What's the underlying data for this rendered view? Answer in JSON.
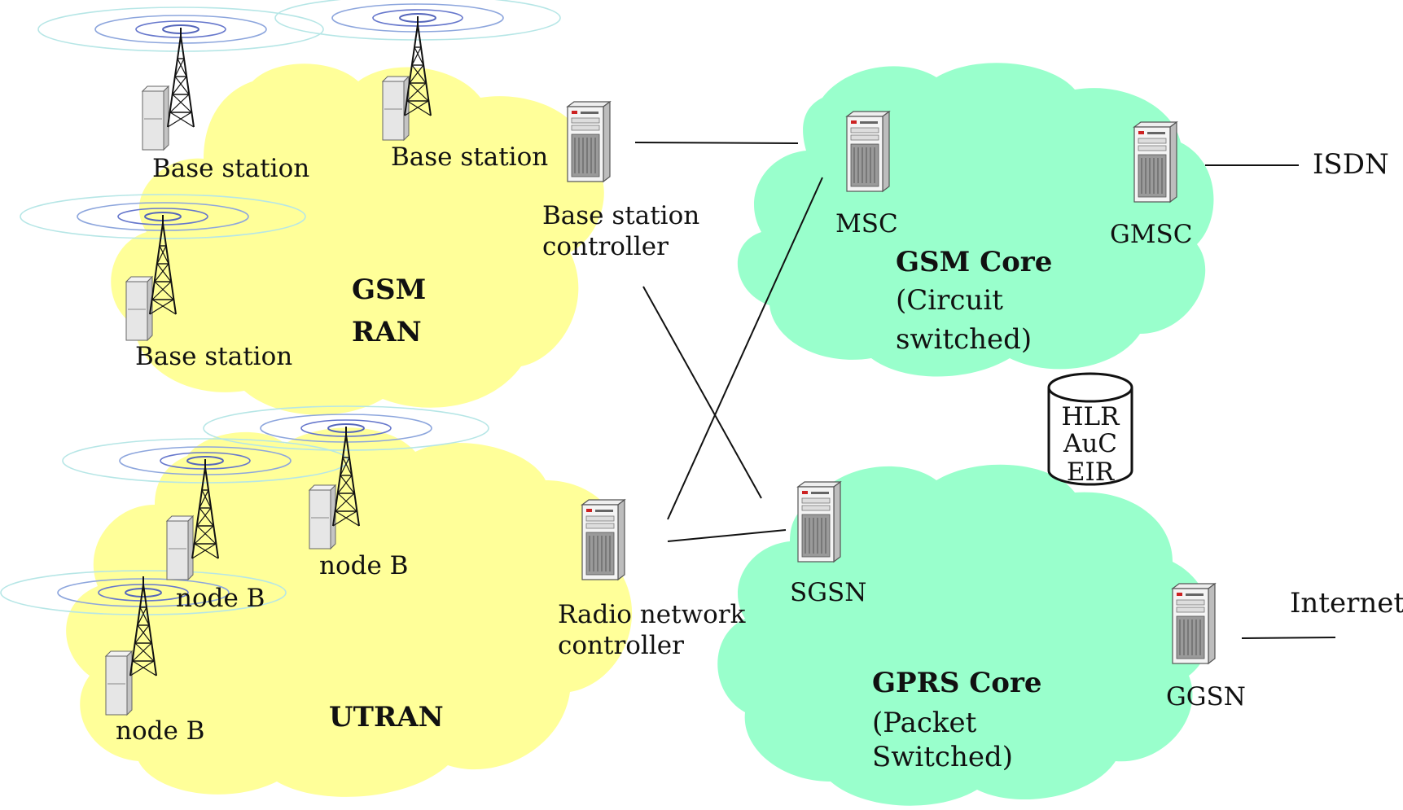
{
  "colors": {
    "ran_cloud": "#ffff99",
    "core_cloud": "#99ffcc",
    "line": "#111111",
    "radio_wave": "#6677cc"
  },
  "icons": {
    "tower": "radio-tower-icon",
    "server": "server-icon",
    "database": "database-cylinder-icon"
  },
  "gsm_ran": {
    "title_line1": "GSM",
    "title_line2": "RAN",
    "base_station_1": "Base station",
    "base_station_2": "Base station",
    "base_station_3": "Base station",
    "controller_line1": "Base station",
    "controller_line2": "controller"
  },
  "utran": {
    "title": "UTRAN",
    "node_b_1": "node B",
    "node_b_2": "node B",
    "node_b_3": "node B",
    "controller_line1": "Radio network",
    "controller_line2": "controller"
  },
  "gsm_core": {
    "title": "GSM Core",
    "subtitle_line1": "(Circuit",
    "subtitle_line2": "switched)",
    "msc": "MSC",
    "gmsc": "GMSC",
    "external": "ISDN"
  },
  "registers": {
    "line1": "HLR",
    "line2": "AuC",
    "line3": "EIR"
  },
  "gprs_core": {
    "title": "GPRS Core",
    "subtitle_line1": "(Packet",
    "subtitle_line2": "Switched)",
    "sgsn": "SGSN",
    "ggsn": "GGSN",
    "external": "Internet"
  }
}
